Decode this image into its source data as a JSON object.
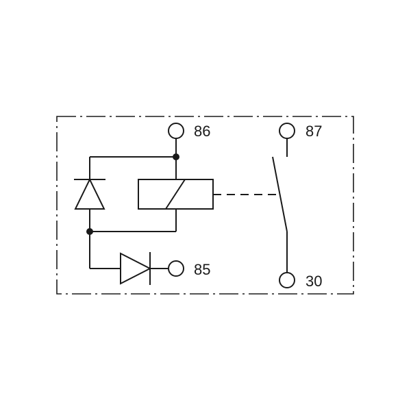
{
  "terminals": {
    "t86": "86",
    "t87": "87",
    "t85": "85",
    "t30": "30"
  },
  "colors": {
    "line": "#1a1a1a",
    "background": "#ffffff"
  }
}
